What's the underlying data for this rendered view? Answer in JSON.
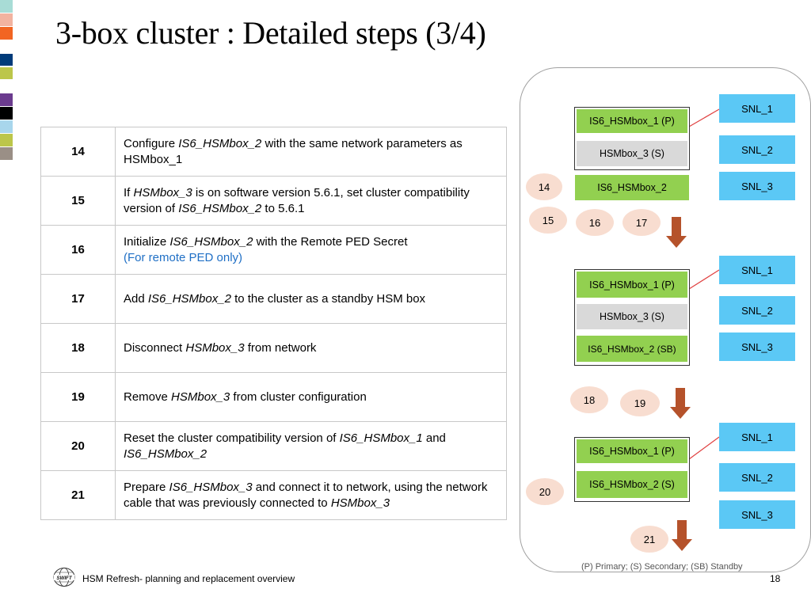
{
  "title": "3-box cluster : Detailed steps (3/4)",
  "brand_swatches": [
    "#a8dcd6",
    "#f2b3a0",
    "#f26522",
    "#ffffff",
    "#003b7a",
    "#bcc64a",
    "#ffffff",
    "#6b3b8e",
    "#000000",
    "#a8d6ec",
    "#bcc64a",
    "#9a8f86"
  ],
  "steps": [
    {
      "num": "14",
      "parts": [
        {
          "t": "Configure ",
          "i": false
        },
        {
          "t": "IS6_HSMbox_2",
          "i": true
        },
        {
          "t": " with the same network parameters as HSMbox_1",
          "i": false
        }
      ]
    },
    {
      "num": "15",
      "parts": [
        {
          "t": "If ",
          "i": false
        },
        {
          "t": "HSMbox_3",
          "i": true
        },
        {
          "t": " is on software version 5.6.1, set cluster compatibility version of ",
          "i": false
        },
        {
          "t": "IS6_HSMbox_2",
          "i": true
        },
        {
          "t": " to 5.6.1",
          "i": false
        }
      ]
    },
    {
      "num": "16",
      "parts": [
        {
          "t": "Initialize ",
          "i": false
        },
        {
          "t": "IS6_HSMbox_2",
          "i": true
        },
        {
          "t": " with the Remote PED Secret",
          "i": false
        }
      ],
      "note": "(For remote PED only)"
    },
    {
      "num": "17",
      "parts": [
        {
          "t": "Add ",
          "i": false
        },
        {
          "t": "IS6_HSMbox_2",
          "i": true
        },
        {
          "t": " to the cluster as a standby HSM box",
          "i": false
        }
      ]
    },
    {
      "num": "18",
      "parts": [
        {
          "t": "Disconnect ",
          "i": false
        },
        {
          "t": "HSMbox_3",
          "i": true
        },
        {
          "t": " from network",
          "i": false
        }
      ]
    },
    {
      "num": "19",
      "parts": [
        {
          "t": "Remove ",
          "i": false
        },
        {
          "t": "HSMbox_3",
          "i": true
        },
        {
          "t": " from cluster configuration",
          "i": false
        }
      ]
    },
    {
      "num": "20",
      "parts": [
        {
          "t": "Reset the cluster compatibility version of ",
          "i": false
        },
        {
          "t": "IS6_HSMbox_1",
          "i": true
        },
        {
          "t": " and ",
          "i": false
        },
        {
          "t": "IS6_HSMbox_2",
          "i": true
        }
      ]
    },
    {
      "num": "21",
      "parts": [
        {
          "t": "Prepare ",
          "i": false
        },
        {
          "t": "IS6_HSMbox_3",
          "i": true
        },
        {
          "t": " and connect it to network, using the network cable that was previously connected to ",
          "i": false
        },
        {
          "t": "HSMbox_3",
          "i": true
        }
      ]
    }
  ],
  "diagram": {
    "stage1": {
      "box1": "IS6_HSMbox_1 (P)",
      "box2": "HSMbox_3 (S)",
      "box3": "IS6_HSMbox_2",
      "snl": [
        "SNL_1",
        "SNL_2",
        "SNL_3"
      ],
      "steps": [
        "14",
        "15",
        "16",
        "17"
      ]
    },
    "stage2": {
      "box1": "IS6_HSMbox_1 (P)",
      "box2": "HSMbox_3 (S)",
      "box3": "IS6_HSMbox_2 (SB)",
      "snl": [
        "SNL_1",
        "SNL_2",
        "SNL_3"
      ],
      "steps": [
        "18",
        "19"
      ]
    },
    "stage3": {
      "box1": "IS6_HSMbox_1 (P)",
      "box2": "IS6_HSMbox_2 (S)",
      "snl": [
        "SNL_1",
        "SNL_2",
        "SNL_3"
      ],
      "steps": [
        "20",
        "21"
      ]
    },
    "legend": "(P) Primary; (S) Secondary; (SB) Standby",
    "colors": {
      "green": "#92d050",
      "grey": "#d9d9d9",
      "snl": "#5bc8f5",
      "oval": "#f8ddd0",
      "arrow": "#b5522b",
      "link": "#e04040"
    }
  },
  "footer": {
    "logo": "SWIFT",
    "text": "HSM Refresh- planning and replacement overview",
    "page": "18"
  }
}
